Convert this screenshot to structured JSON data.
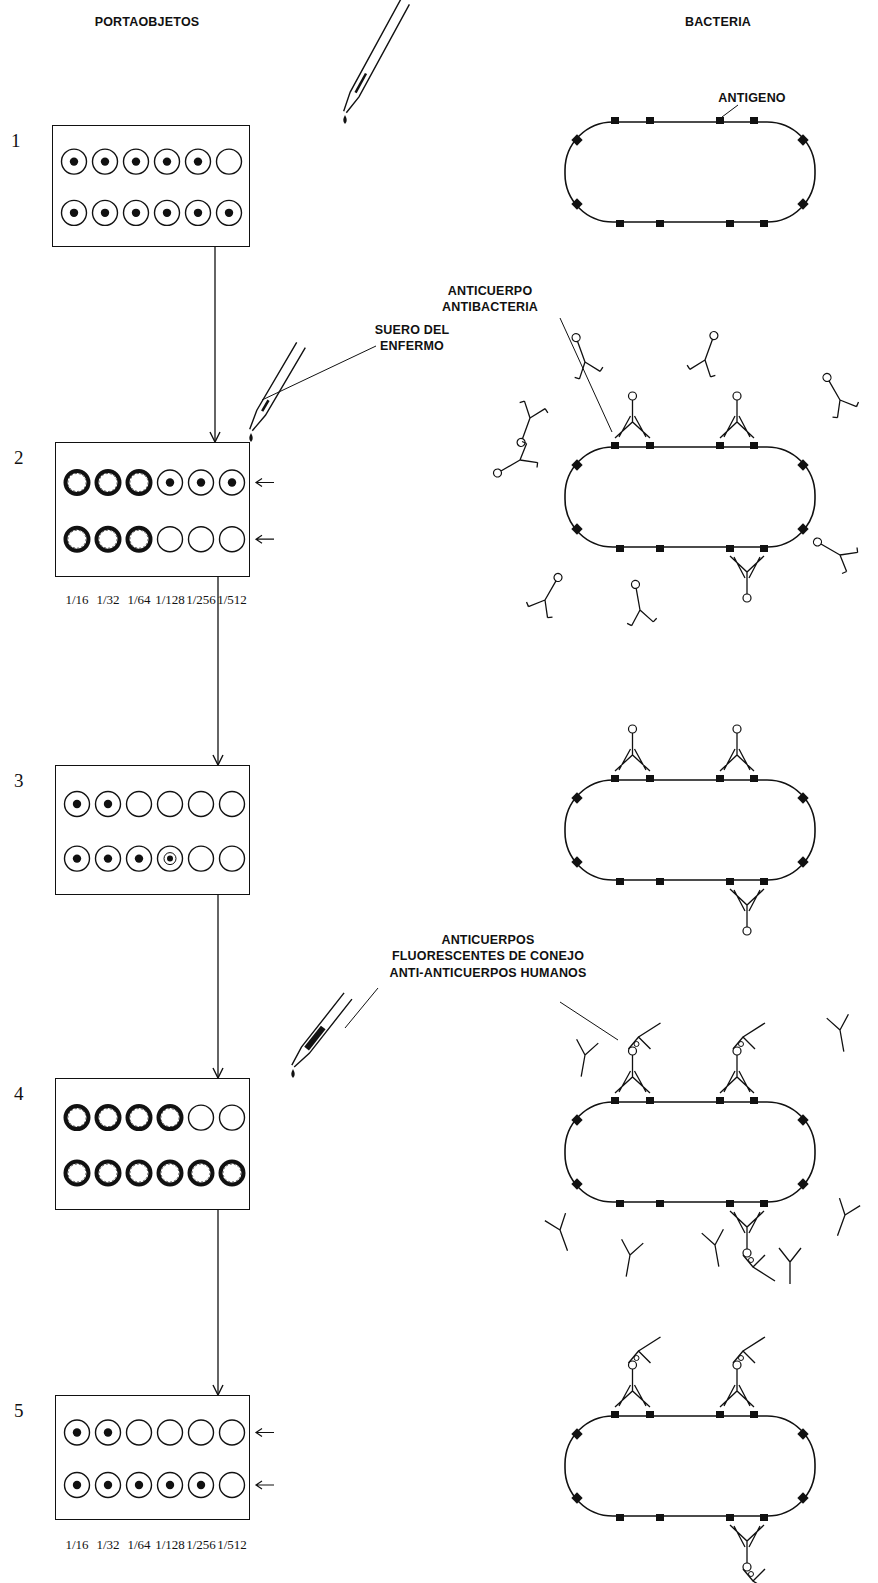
{
  "diagram": {
    "nodes": [
      {
        "text": [
          "1"
        ]
      },
      {
        "text": [
          "2"
        ]
      },
      {
        "text": [
          "3"
        ]
      },
      {
        "text": [
          "4"
        ]
      },
      {
        "text": [
          "5"
        ]
      }
    ],
    "edges": [
      {
        "from": 0,
        "to": 1,
        "arrow": "to"
      },
      {
        "from": 1,
        "to": 2,
        "arrow": "to"
      },
      {
        "from": 2,
        "to": 3,
        "arrow": "to"
      },
      {
        "from": 3,
        "to": 4,
        "arrow": "to"
      }
    ],
    "labels": [
      "PORTAOBJETOS",
      "BACTERIA",
      "ANTIGENO",
      "ANTICUERPO ANTIBACTERIA",
      "SUERO DEL ENFERMO",
      "1/16",
      "1/32",
      "1/64",
      "1/128",
      "1/256",
      "1/512",
      "ANTICUERPOS FLUORESCENTES DE CONEJO ANTI-ANTICUERPOS HUMANOS",
      "1/16",
      "1/32",
      "1/64",
      "1/128",
      "1/256",
      "1/512"
    ]
  }
}
